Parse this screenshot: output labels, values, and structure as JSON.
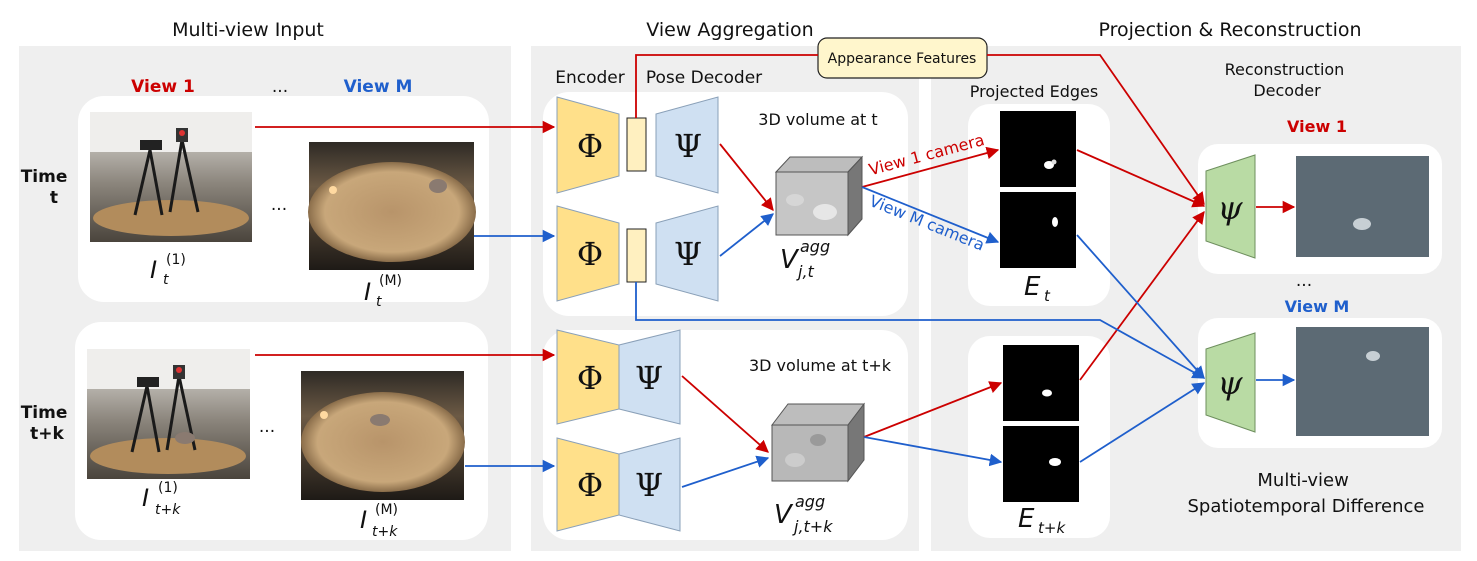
{
  "sections": {
    "input": "Multi-view Input",
    "aggregation": "View Aggregation",
    "projection": "Projection & Reconstruction"
  },
  "input_panel": {
    "view1": "View 1",
    "viewM": "View M",
    "ellipsis": "...",
    "time_t": [
      "Time",
      "t"
    ],
    "time_tk": [
      "Time",
      "t+k"
    ],
    "img_t1": {
      "base": "I",
      "sup": "(1)",
      "sub": "t"
    },
    "img_tM": {
      "base": "I",
      "sup": "(M)",
      "sub": "t"
    },
    "img_tk1": {
      "base": "I",
      "sup": "(1)",
      "sub": "t+k"
    },
    "img_tkM": {
      "base": "I",
      "sup": "(M)",
      "sub": "t+k"
    }
  },
  "aggregation_panel": {
    "encoder": "Encoder",
    "pose_decoder": "Pose Decoder",
    "appearance": "Appearance Features",
    "phi": "Φ",
    "psi": "Ψ",
    "vol_t": "3D volume at t",
    "vol_tk": "3D volume at t+k",
    "v_t": {
      "base": "V",
      "sup": "agg",
      "sub": "j,t"
    },
    "v_tk": {
      "base": "V",
      "sup": "agg",
      "sub": "j,t+k"
    }
  },
  "projection_panel": {
    "projected_edges": "Projected Edges",
    "view1_camera": "View 1 camera",
    "viewM_camera": "View M camera",
    "e_t": {
      "base": "E",
      "sub": "t"
    },
    "e_tk": {
      "base": "E",
      "sub": "t+k"
    },
    "recon_decoder": [
      "Reconstruction",
      "Decoder"
    ],
    "view1": "View 1",
    "viewM": "View M",
    "ellipsis": "...",
    "small_psi": "ψ",
    "multi_view": [
      "Multi-view",
      "Spatiotemporal Difference"
    ]
  },
  "colors": {
    "red": "#cc0000",
    "blue": "#1f5fcc",
    "encoder": "#ffe08a",
    "decoder": "#cfe0f2",
    "recon": "#b9dba4",
    "appearance": "#fff6cc",
    "panel": "#efefef"
  }
}
